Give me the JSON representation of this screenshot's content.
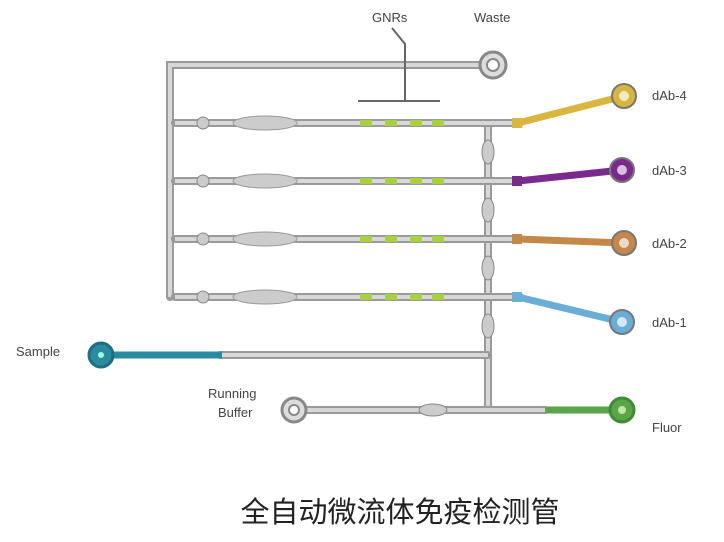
{
  "labels": {
    "gnrs": "GNRs",
    "waste": "Waste",
    "dab4": "dAb-4",
    "dab3": "dAb-3",
    "dab2": "dAb-2",
    "dab1": "dAb-1",
    "sample": "Sample",
    "running": "Running",
    "buffer": "Buffer",
    "fluor": "Fluor"
  },
  "caption": "全自动微流体免疫检测管",
  "colors": {
    "dab4": "#d9b640",
    "dab3": "#7a2a8c",
    "dab2": "#c4884a",
    "dab1": "#6aaed6",
    "sample": "#2a8aa0",
    "fluor": "#5aa54a",
    "gnr": "#a8d040",
    "channel": "#9a9a9a"
  }
}
